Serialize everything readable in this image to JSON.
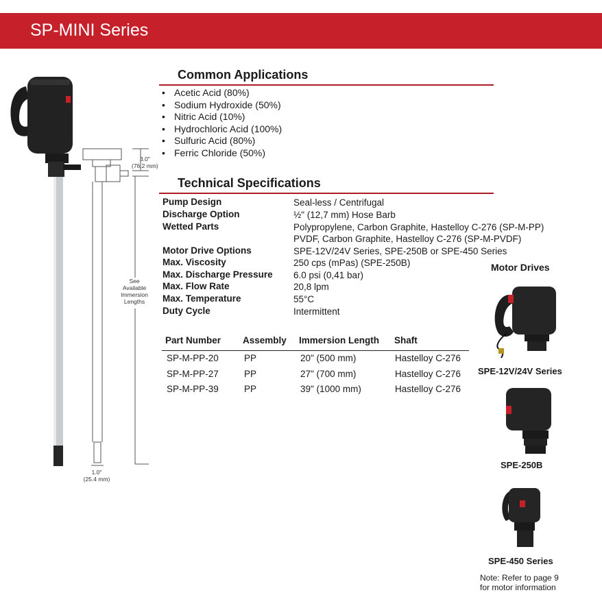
{
  "banner": {
    "title": "SP-MINI Series"
  },
  "applications": {
    "heading": "Common Applications",
    "items": [
      "Acetic Acid (80%)",
      "Sodium Hydroxide (50%)",
      "Nitric Acid (10%)",
      "Hydrochloric Acid (100%)",
      "Sulfuric Acid (80%)",
      "Ferric Chloride (50%)"
    ]
  },
  "specs": {
    "heading": "Technical Specifications",
    "rows": [
      {
        "label": "Pump Design",
        "value": "Seal-less / Centrifugal"
      },
      {
        "label": "Discharge Option",
        "value": "½\" (12,7 mm) Hose Barb"
      },
      {
        "label": "Wetted Parts",
        "value": "Polypropylene, Carbon Graphite, Hastelloy C-276 (SP-M-PP)",
        "value2": "PVDF, Carbon Graphite, Hastelloy C-276 (SP-M-PVDF)"
      },
      {
        "label": "Motor Drive Options",
        "value": "SPE-12V/24V Series, SPE-250B or SPE-450 Series"
      },
      {
        "label": "Max. Viscosity",
        "value": "250 cps (mPas) (SPE-250B)"
      },
      {
        "label": "Max. Discharge Pressure",
        "value": "6.0 psi (0,41 bar)"
      },
      {
        "label": "Max. Flow Rate",
        "value": "20,8 lpm"
      },
      {
        "label": "Max. Temperature",
        "value": "55°C"
      },
      {
        "label": "Duty Cycle",
        "value": "Intermittent"
      }
    ]
  },
  "parts_table": {
    "headers": [
      "Part Number",
      "Assembly",
      "Immersion Length",
      "Shaft"
    ],
    "rows": [
      [
        "SP-M-PP-20",
        "PP",
        "20\" (500 mm)",
        "Hastelloy C-276"
      ],
      [
        "SP-M-PP-27",
        "PP",
        "27\" (700 mm)",
        "Hastelloy C-276"
      ],
      [
        "SP-M-PP-39",
        "PP",
        "39\" (1000 mm)",
        "Hastelloy C-276"
      ]
    ]
  },
  "motor_drives": {
    "heading": "Motor Drives",
    "items": [
      "SPE-12V/24V Series",
      "SPE-250B",
      "SPE-450 Series"
    ],
    "note_line1": "Note: Refer to page 9",
    "note_line2": "for motor information"
  },
  "diagram": {
    "top_dim": "3.0\"",
    "top_dim_mm": "(76.2 mm)",
    "side_label": [
      "See",
      "Available",
      "Immersion",
      "Lengths"
    ],
    "bottom_dim": "1.0\"",
    "bottom_dim_mm": "(25.4 mm)"
  },
  "colors": {
    "accent": "#c6202b",
    "rule": "#b01c25"
  }
}
